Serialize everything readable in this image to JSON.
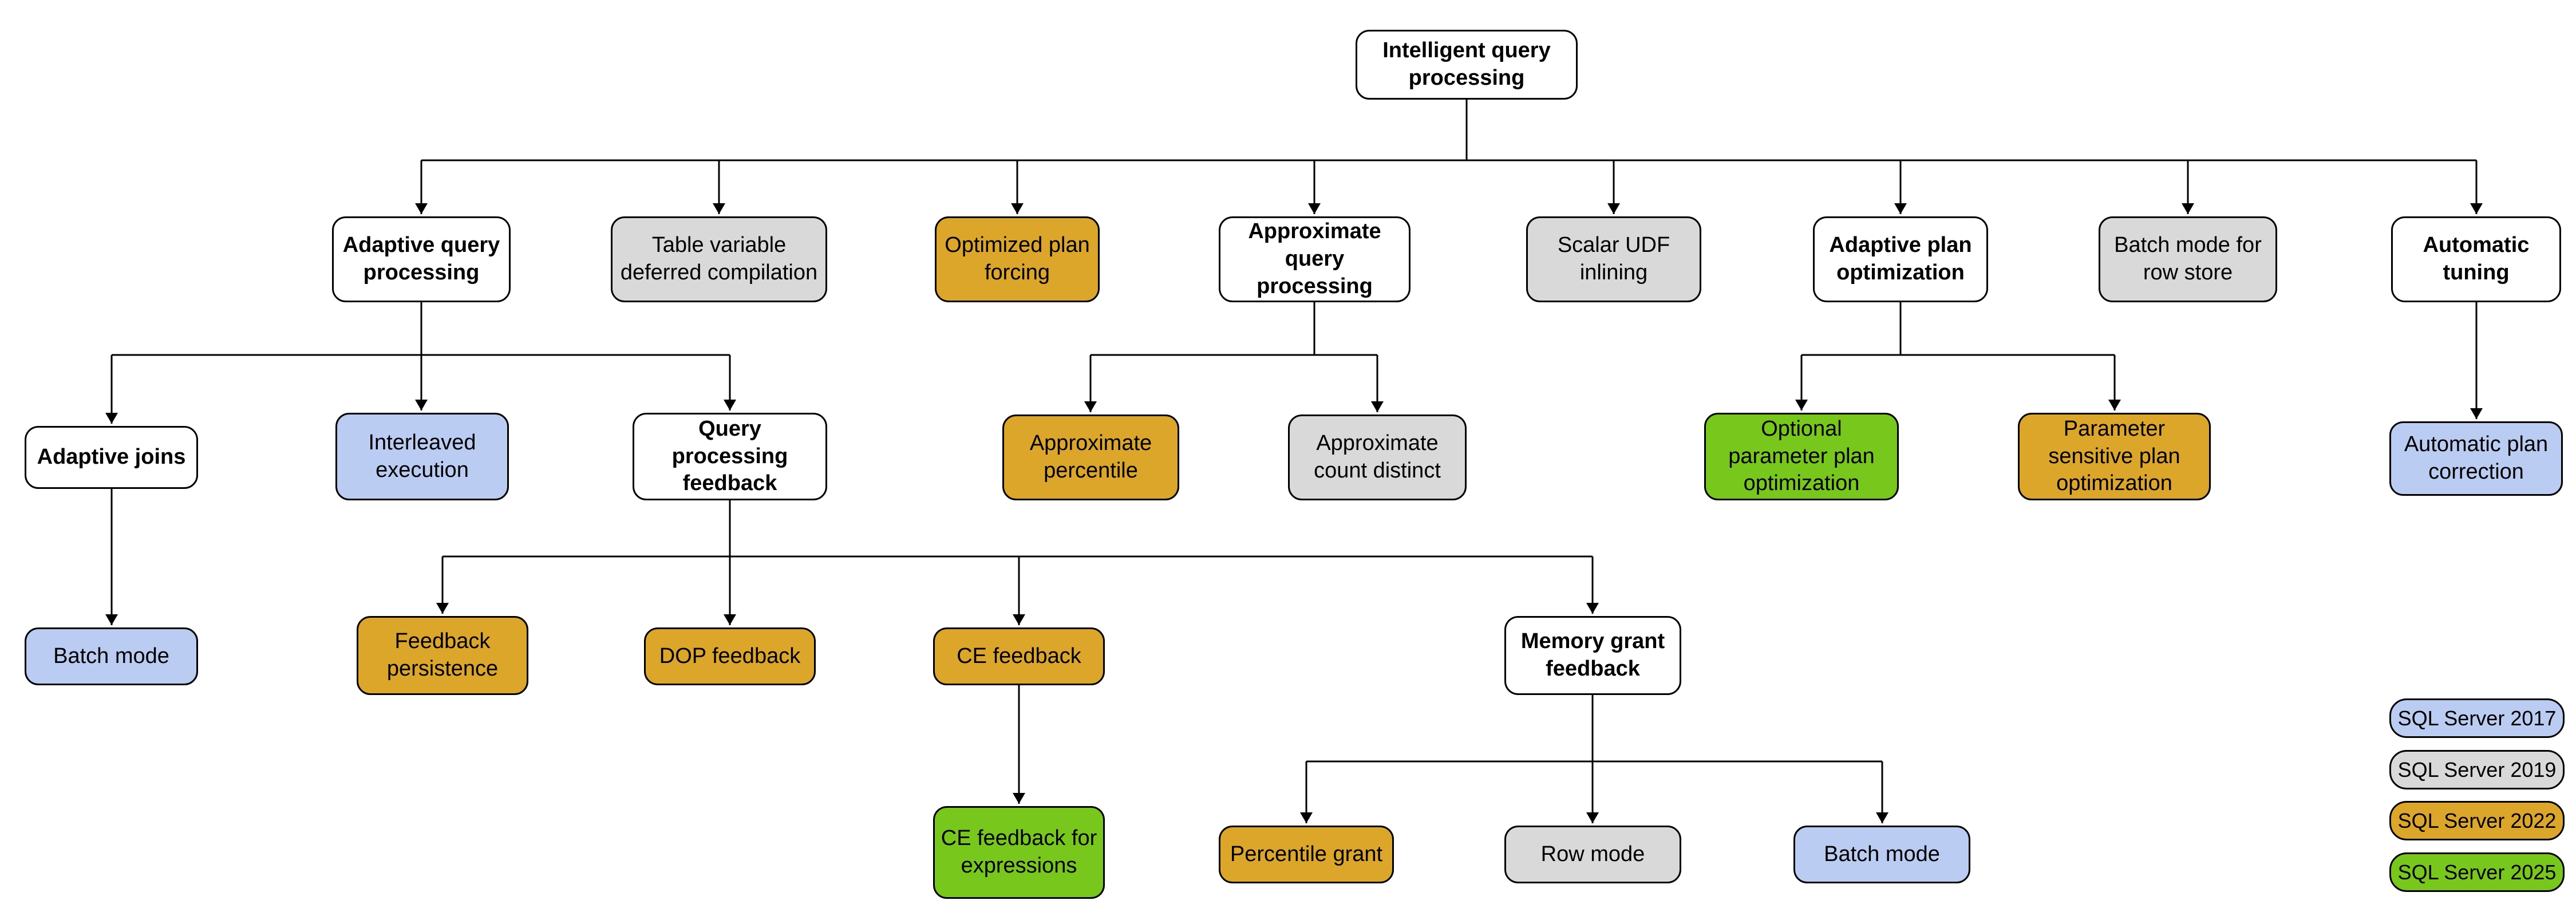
{
  "colors": {
    "category_white": "#FFFFFF",
    "sql_server_2017_blue": "#BACCF2",
    "sql_server_2019_gray": "#D9D9D9",
    "sql_server_2022_gold": "#DCA62B",
    "sql_server_2025_green": "#78C71D",
    "border": "#000000"
  },
  "nodes": {
    "root": {
      "label": "Intelligent query processing"
    },
    "adaptive_query_processing": {
      "label": "Adaptive query processing"
    },
    "table_variable_deferred_compilation": {
      "label": "Table variable deferred compilation"
    },
    "optimized_plan_forcing": {
      "label": "Optimized plan forcing"
    },
    "approximate_query_processing": {
      "label": "Approximate query processing"
    },
    "scalar_udf_inlining": {
      "label": "Scalar UDF inlining"
    },
    "adaptive_plan_optimization": {
      "label": "Adaptive plan optimization"
    },
    "batch_mode_for_row_store": {
      "label": "Batch mode for row store"
    },
    "automatic_tuning": {
      "label": "Automatic tuning"
    },
    "adaptive_joins": {
      "label": "Adaptive joins"
    },
    "interleaved_execution": {
      "label": "Interleaved execution"
    },
    "query_processing_feedback": {
      "label": "Query processing feedback"
    },
    "approximate_percentile": {
      "label": "Approximate percentile"
    },
    "approximate_count_distinct": {
      "label": "Approximate count distinct"
    },
    "optional_parameter_plan_optimization": {
      "label": "Optional parameter plan optimization"
    },
    "parameter_sensitive_plan_optimization": {
      "label": "Parameter sensitive plan optimization"
    },
    "automatic_plan_correction": {
      "label": "Automatic plan correction"
    },
    "batch_mode_adaptive_joins": {
      "label": "Batch mode"
    },
    "feedback_persistence": {
      "label": "Feedback persistence"
    },
    "dop_feedback": {
      "label": "DOP feedback"
    },
    "ce_feedback": {
      "label": "CE feedback"
    },
    "memory_grant_feedback": {
      "label": "Memory grant feedback"
    },
    "ce_feedback_for_expressions": {
      "label": "CE feedback for expressions"
    },
    "percentile_grant": {
      "label": "Percentile grant"
    },
    "row_mode": {
      "label": "Row mode"
    },
    "batch_mode_memory_grant": {
      "label": "Batch mode"
    }
  },
  "legend": {
    "items": [
      {
        "label": "SQL Server 2017",
        "color": "#BACCF2"
      },
      {
        "label": "SQL Server 2019",
        "color": "#D9D9D9"
      },
      {
        "label": "SQL Server 2022",
        "color": "#DCA62B"
      },
      {
        "label": "SQL Server 2025",
        "color": "#78C71D"
      }
    ]
  }
}
